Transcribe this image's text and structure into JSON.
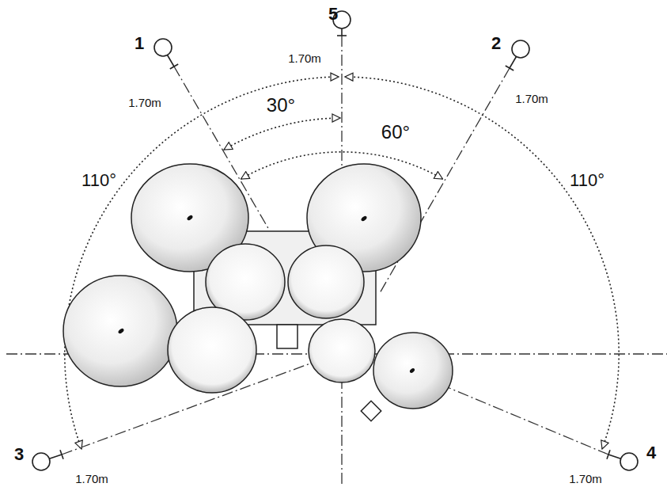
{
  "diagram": {
    "labels": [
      "1",
      "5",
      "2",
      "1.70m",
      "1.70m",
      "1.70m",
      "30°",
      "60°",
      "110°",
      "110°",
      "3",
      "4",
      "1.70m",
      "1.70m"
    ]
  }
}
